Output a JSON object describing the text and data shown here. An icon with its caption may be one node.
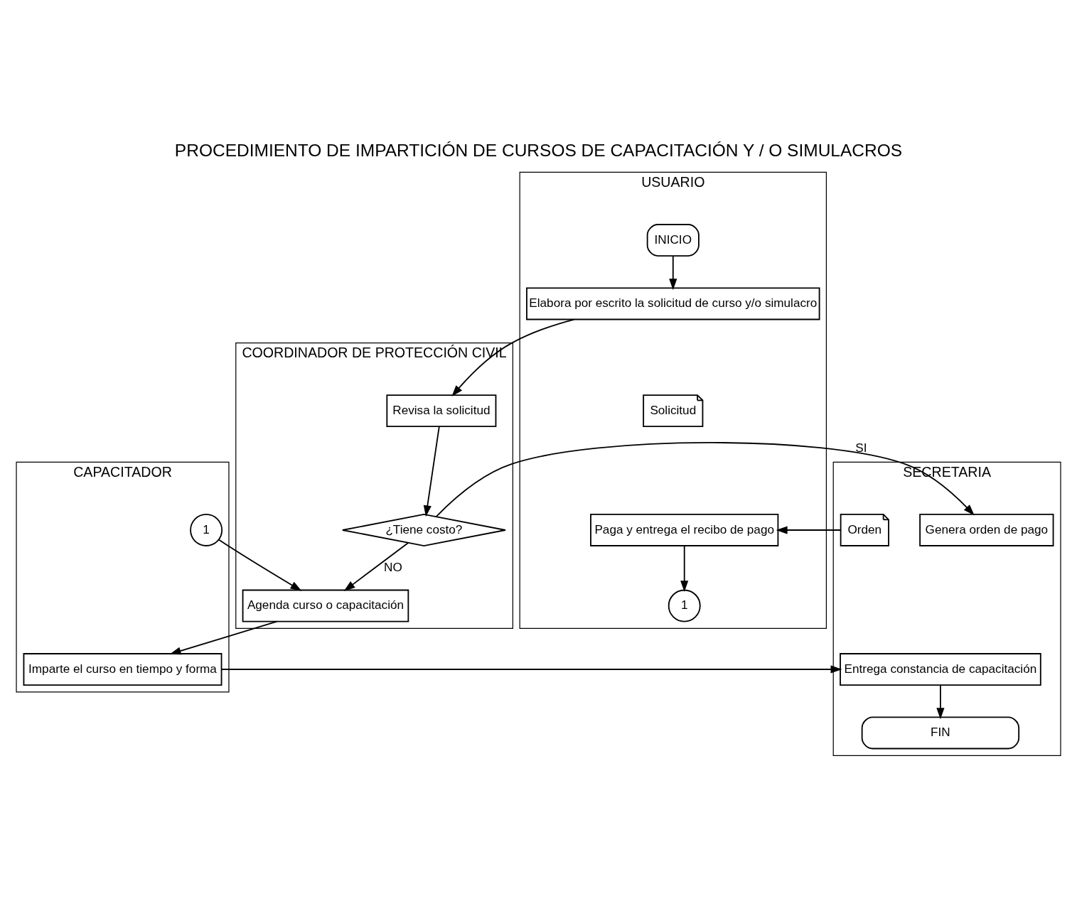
{
  "diagram": {
    "title": "PROCEDIMIENTO DE IMPARTICIÓN DE CURSOS DE CAPACITACIÓN Y / O SIMULACROS",
    "nodes": [
      {
        "text": [
          "COORDINADOR DE PROTECCIÓN CIVIL"
        ]
      },
      {
        "text": [
          "CAPACITADOR"
        ]
      },
      {
        "text": [
          "SECRETARIA"
        ]
      },
      {
        "text": [
          "USUARIO"
        ]
      },
      {
        "text": [
          "INICIO"
        ],
        "in": 3
      },
      {
        "text": [
          "Elabora por escrito la solicitud de curso y/o simulacro"
        ],
        "in": 3
      },
      {
        "text": [
          "Solicitud"
        ],
        "in": 3
      },
      {
        "text": [
          "Revisa la solicitud"
        ],
        "in": 0
      },
      {
        "text": [
          "¿Tiene costo?"
        ],
        "in": 0
      },
      {
        "text": [
          "Genera orden de pago"
        ],
        "in": 2
      },
      {
        "text": [
          "Orden"
        ],
        "in": 2
      },
      {
        "text": [
          "Paga y entrega el recibo de pago"
        ],
        "in": 3
      },
      {
        "text": [
          "1"
        ],
        "in": 3
      },
      {
        "text": [
          "1"
        ],
        "in": 1
      },
      {
        "text": [
          "Agenda curso o capacitación"
        ],
        "in": 0
      },
      {
        "text": [
          "Imparte el curso en tiempo y forma"
        ],
        "in": 1
      },
      {
        "text": [
          "Entrega constancia de capacitación"
        ],
        "in": 2
      },
      {
        "text": [
          "FIN"
        ],
        "in": 2
      }
    ],
    "edges": [
      {
        "from": 4,
        "to": 5,
        "arrow": "to"
      },
      {
        "from": 5,
        "to": 7,
        "arrow": "to"
      },
      {
        "from": 7,
        "to": 8,
        "arrow": "to"
      },
      {
        "from": 8,
        "to": 9,
        "arrow": "to",
        "label": "SI"
      },
      {
        "from": 8,
        "to": 14,
        "arrow": "to",
        "label": "NO"
      },
      {
        "from": 10,
        "to": 11,
        "arrow": "to"
      },
      {
        "from": 11,
        "to": 12,
        "arrow": "to"
      },
      {
        "from": 13,
        "to": 14,
        "arrow": "to"
      },
      {
        "from": 14,
        "to": 15,
        "arrow": "to"
      },
      {
        "from": 15,
        "to": 16,
        "arrow": "to"
      },
      {
        "from": 16,
        "to": 17,
        "arrow": "to"
      }
    ]
  }
}
